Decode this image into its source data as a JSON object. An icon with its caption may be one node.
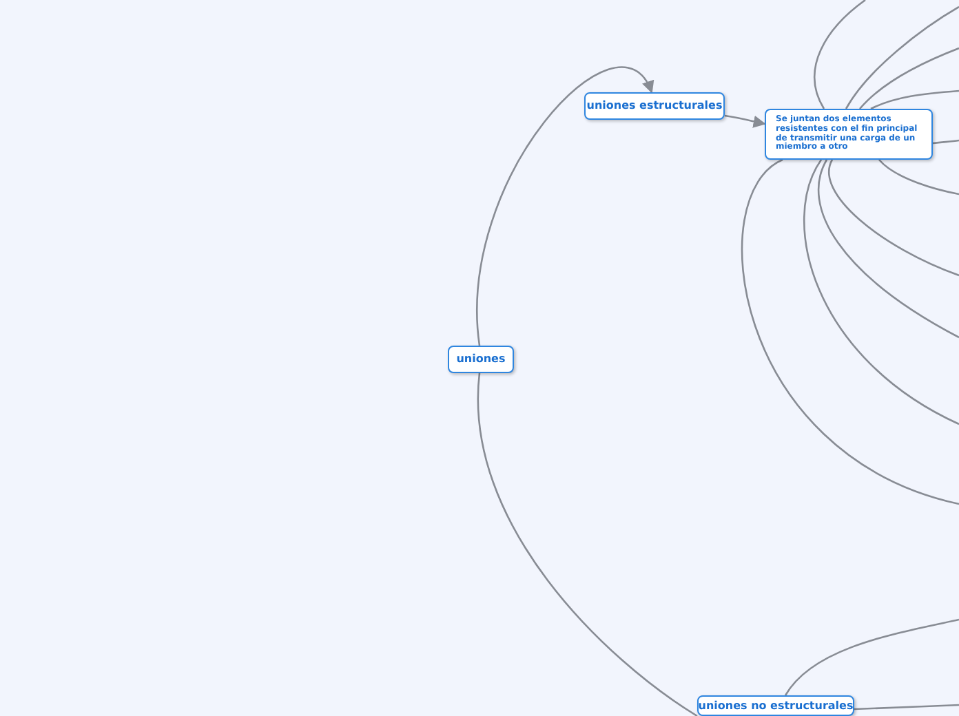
{
  "diagram": {
    "nodes": [
      {
        "text": [
          "uniones"
        ]
      },
      {
        "text": [
          "uniones estructurales"
        ]
      },
      {
        "text": [
          "Se juntan dos elementos resistentes con el fin principal de transmitir una carga de un miembro a otro"
        ]
      },
      {
        "text": [
          "uniones no estructurales"
        ]
      }
    ],
    "edges": [
      {
        "from": 0,
        "to": 1,
        "arrow": "to"
      },
      {
        "from": 1,
        "to": 2,
        "arrow": "to"
      },
      {
        "from": 0,
        "to": 3,
        "arrow": "none"
      },
      {
        "from": 2,
        "to": null,
        "arrow": "none"
      },
      {
        "from": 2,
        "to": null,
        "arrow": "none"
      },
      {
        "from": 2,
        "to": null,
        "arrow": "none"
      },
      {
        "from": 2,
        "to": null,
        "arrow": "none"
      },
      {
        "from": 2,
        "to": null,
        "arrow": "none"
      },
      {
        "from": 2,
        "to": null,
        "arrow": "none"
      },
      {
        "from": 2,
        "to": null,
        "arrow": "none"
      },
      {
        "from": 2,
        "to": null,
        "arrow": "none"
      },
      {
        "from": 2,
        "to": null,
        "arrow": "none"
      },
      {
        "from": 2,
        "to": null,
        "arrow": "none"
      },
      {
        "from": 3,
        "to": null,
        "arrow": "none"
      },
      {
        "from": 3,
        "to": null,
        "arrow": "none"
      }
    ]
  }
}
